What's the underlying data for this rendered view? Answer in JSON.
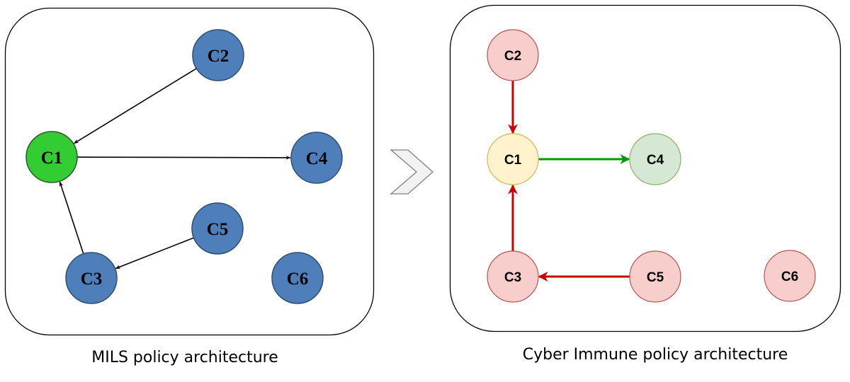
{
  "panels": [
    {
      "id": "mils",
      "caption": "MILS policy architecture",
      "nodes": [
        {
          "id": "C1",
          "label": "C1",
          "role": "highlighted",
          "fill": "#33cc33",
          "stroke": "#2a5a2a"
        },
        {
          "id": "C2",
          "label": "C2",
          "role": "normal",
          "fill": "#4f7fbb",
          "stroke": "#2f4f6f"
        },
        {
          "id": "C3",
          "label": "C3",
          "role": "normal",
          "fill": "#4f7fbb",
          "stroke": "#2f4f6f"
        },
        {
          "id": "C4",
          "label": "C4",
          "role": "normal",
          "fill": "#4f7fbb",
          "stroke": "#2f4f6f"
        },
        {
          "id": "C5",
          "label": "C5",
          "role": "normal",
          "fill": "#4f7fbb",
          "stroke": "#2f4f6f"
        },
        {
          "id": "C6",
          "label": "C6",
          "role": "normal",
          "fill": "#4f7fbb",
          "stroke": "#2f4f6f"
        }
      ],
      "edges": [
        {
          "from": "C2",
          "to": "C1",
          "color": "#000000"
        },
        {
          "from": "C1",
          "to": "C4",
          "color": "#000000"
        },
        {
          "from": "C3",
          "to": "C1",
          "color": "#000000"
        },
        {
          "from": "C5",
          "to": "C3",
          "color": "#000000"
        }
      ]
    },
    {
      "id": "cyber-immune",
      "caption": "Cyber Immune policy architecture",
      "nodes": [
        {
          "id": "C1",
          "label": "C1",
          "role": "monitor",
          "fill": "#fff2cc",
          "stroke": "#d6b656"
        },
        {
          "id": "C2",
          "label": "C2",
          "role": "untrusted",
          "fill": "#f8cecc",
          "stroke": "#b85450"
        },
        {
          "id": "C3",
          "label": "C3",
          "role": "untrusted",
          "fill": "#f8cecc",
          "stroke": "#b85450"
        },
        {
          "id": "C4",
          "label": "C4",
          "role": "trusted",
          "fill": "#d5e8d4",
          "stroke": "#82b366"
        },
        {
          "id": "C5",
          "label": "C5",
          "role": "untrusted",
          "fill": "#f8cecc",
          "stroke": "#b85450"
        },
        {
          "id": "C6",
          "label": "C6",
          "role": "untrusted",
          "fill": "#f8cecc",
          "stroke": "#b85450"
        }
      ],
      "edges": [
        {
          "from": "C2",
          "to": "C1",
          "color": "#cc0000"
        },
        {
          "from": "C1",
          "to": "C4",
          "color": "#009900"
        },
        {
          "from": "C3",
          "to": "C1",
          "color": "#cc0000"
        },
        {
          "from": "C5",
          "to": "C3",
          "color": "#cc0000"
        }
      ]
    }
  ],
  "transition_icon": "chevron-right-icon"
}
